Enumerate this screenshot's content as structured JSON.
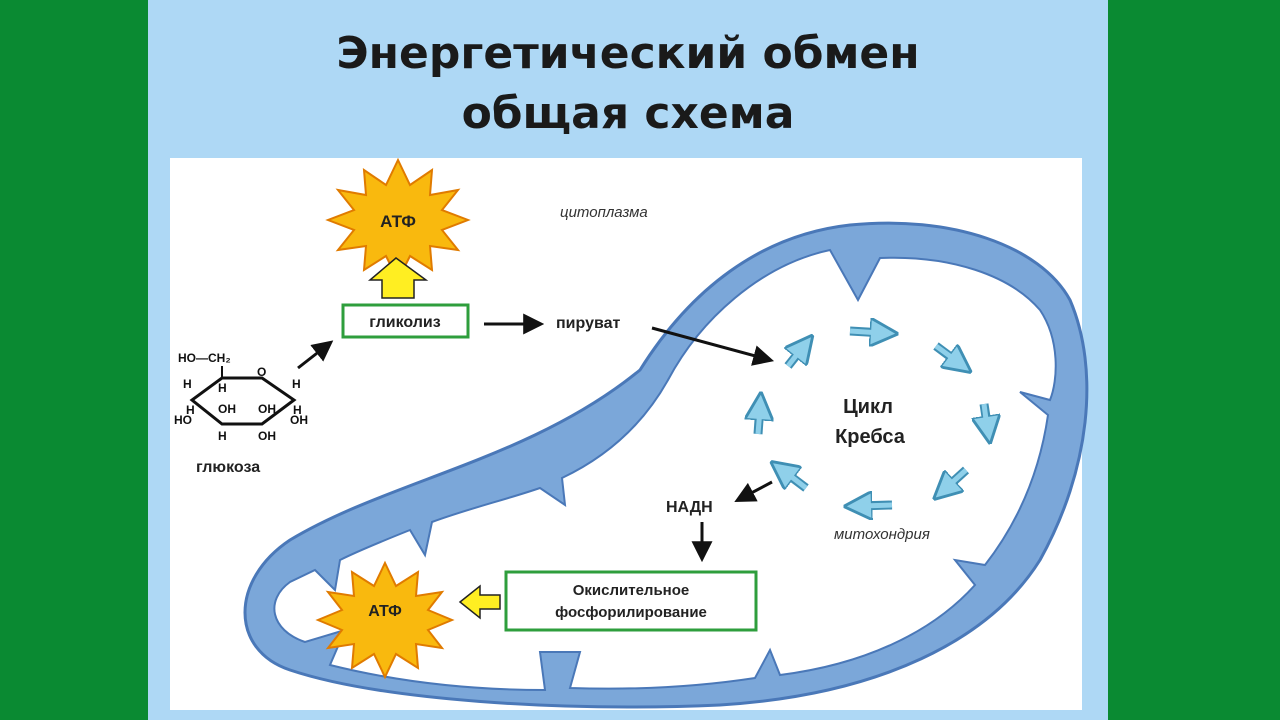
{
  "title": {
    "line1": "Энергетический обмен",
    "line2": "общая схема"
  },
  "labels": {
    "atp_top": "АТФ",
    "atp_bottom": "АТФ",
    "glycolysis": "гликолиз",
    "pyruvate": "пируват",
    "cytoplasm": "цитоплазма",
    "krebs_line1": "Цикл",
    "krebs_line2": "Кребса",
    "nadh": "НАДН",
    "ox_phos_line1": "Окислительное",
    "ox_phos_line2": "фосфорилирование",
    "mitochondria": "митохондрия",
    "glucose": "глюкоза"
  },
  "glucose_formula": {
    "ch2": "HO—CH₂",
    "o": "O",
    "h": "H",
    "oh": "OH",
    "ho": "HO"
  },
  "colors": {
    "frame_green": "#0a8a32",
    "panel_blue": "#aed8f5",
    "membrane": "#7ba7d9",
    "membrane_stroke": "#4a78b8",
    "star_fill": "#f9b90e",
    "star_stroke": "#e07b00",
    "box_green": "#2e9e3c",
    "arrow_yellow": "#ffee22",
    "krebs_arrow": "#8fd0ea"
  }
}
